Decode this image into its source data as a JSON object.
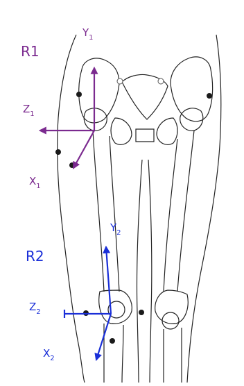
{
  "frames": {
    "r1": {
      "name": "R1",
      "color": "#7b2a8f",
      "axes": {
        "y": {
          "base": "Y",
          "sub": "1"
        },
        "z": {
          "base": "Z",
          "sub": "1"
        },
        "x": {
          "base": "X",
          "sub": "1"
        }
      }
    },
    "r2": {
      "name": "R2",
      "color": "#1a2fd8",
      "axes": {
        "y": {
          "base": "Y",
          "sub": "2"
        },
        "z": {
          "base": "Z",
          "sub": "2"
        },
        "x": {
          "base": "X",
          "sub": "2"
        }
      }
    }
  },
  "illustration": {
    "subject": "anterior-view-pelvis-and-legs",
    "line_color": "#222222",
    "marker_color": "#1a1a1a"
  }
}
